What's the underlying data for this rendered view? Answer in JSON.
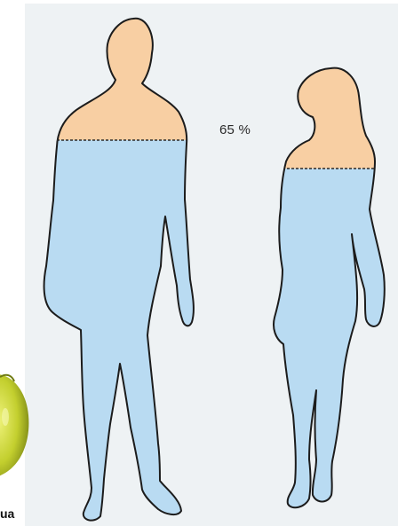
{
  "figure": {
    "percentage_label": "65 %",
    "water_fraction": 0.65,
    "cropped_text": "ua"
  },
  "colors": {
    "background_panel": "#eef2f4",
    "water_fill": "#b9dbf2",
    "head_fill": "#f8cfa3",
    "outline": "#1c1c1c",
    "waterline": "#2a2a2a",
    "pear_dark": "#7f8f12",
    "pear_light": "#d9e24a"
  }
}
